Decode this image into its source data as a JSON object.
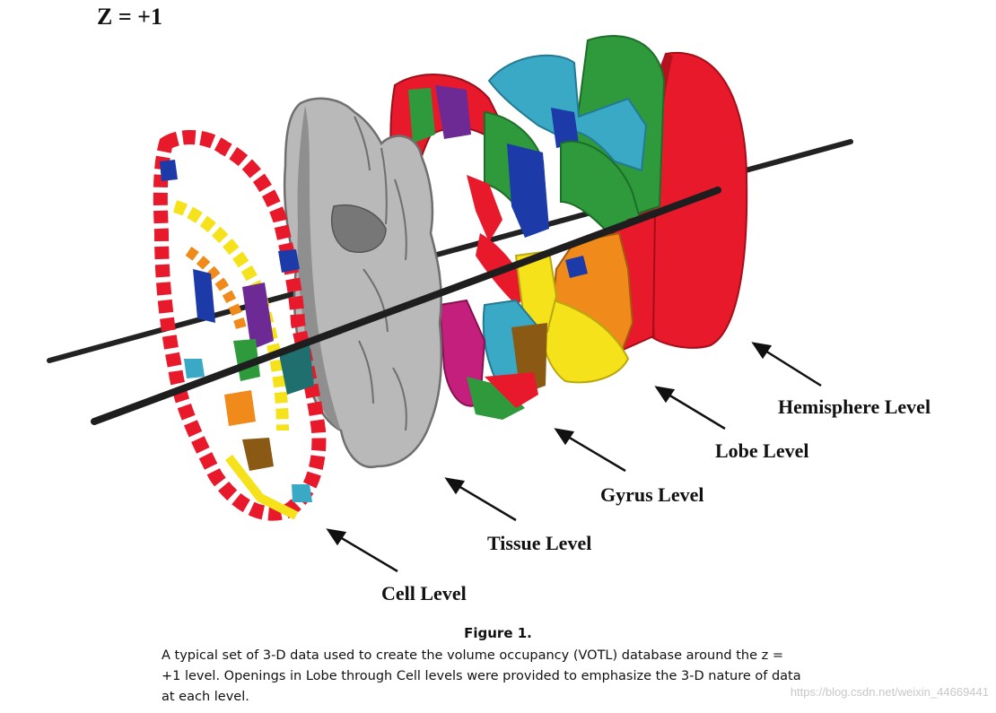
{
  "header": {
    "z_label": "Z = +1"
  },
  "levels": {
    "hemisphere": "Hemisphere Level",
    "lobe": "Lobe Level",
    "gyrus": "Gyrus Level",
    "tissue": "Tissue Level",
    "cell": "Cell Level"
  },
  "figure": {
    "title": "Figure 1.",
    "caption_lines": [
      "A typical set of 3-D data used to create the volume occupancy (VOTL) database around the z =",
      "+1 level. Openings in Lobe through Cell levels were provided to emphasize the 3-D nature of data",
      "at each level."
    ]
  },
  "watermark": "https://blog.csdn.net/weixin_44669441",
  "colors": {
    "red": "#e8192b",
    "green": "#2e9a3c",
    "teal": "#3aa9c6",
    "yellow": "#f6e21a",
    "blue": "#1c3aa8",
    "purple": "#6d2a95",
    "magenta": "#c51f7e",
    "orange": "#f08a1a",
    "brown": "#8a5a14",
    "gray": "#b9b9b9",
    "rod": "#222222"
  }
}
